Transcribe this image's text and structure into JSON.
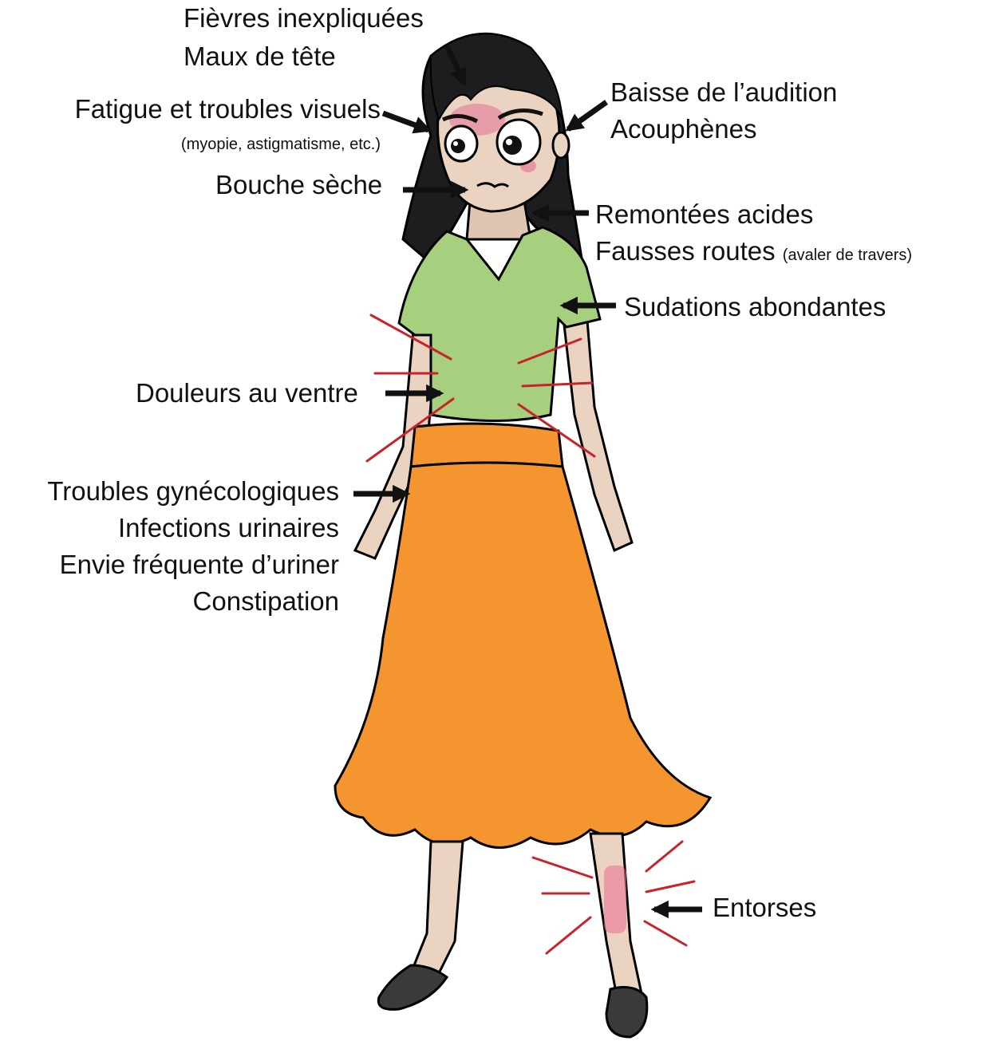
{
  "labels": {
    "fievres": "Fièvres inexpliquées",
    "maux_tete": "Maux de tête",
    "fatigue": "Fatigue et troubles visuels",
    "fatigue_detail": "(myopie, astigmatisme, etc.)",
    "bouche": "Bouche sèche",
    "audition": "Baisse de l’audition",
    "acouphenes": "Acouphènes",
    "remontees": "Remontées acides",
    "fausses_routes": "Fausses routes",
    "fausses_routes_detail": "(avaler de travers)",
    "sudations": "Sudations abondantes",
    "douleurs": "Douleurs au ventre",
    "gyneco": "Troubles gynécologiques",
    "infections": "Infections urinaires",
    "envie": "Envie fréquente d’uriner",
    "constipation": "Constipation",
    "entorses": "Entorses"
  },
  "colors": {
    "shirt": "#a6cf7e",
    "skirt": "#f5952f",
    "skin": "#ead3c0",
    "hair": "#1d1d1f",
    "pain_lines": "#c8232a",
    "arrow": "#111111",
    "shoes": "#3a3a3a"
  },
  "icons": [
    "arrow-icon",
    "pain-lines-icon"
  ]
}
